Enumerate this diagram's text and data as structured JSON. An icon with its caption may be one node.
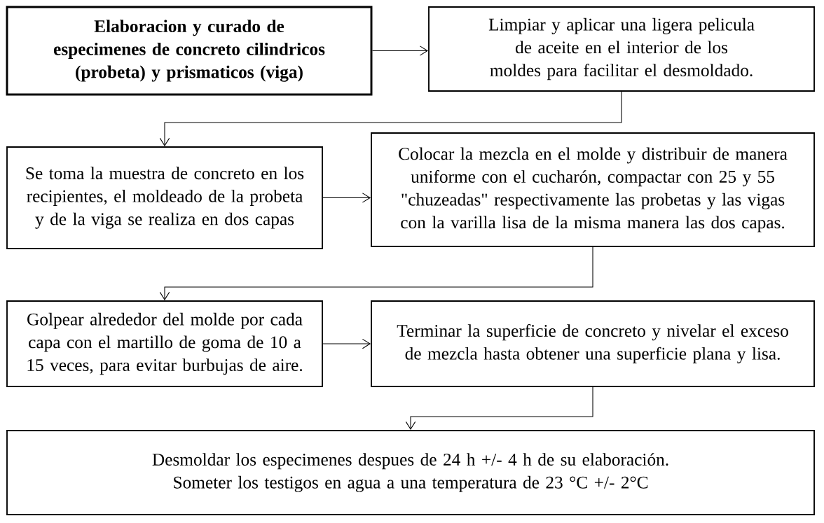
{
  "diagram": {
    "nodes": [
      {
        "text": [
          "Elaboracion y curado de especimenes de concreto cilindricos (probeta) y prismaticos (viga)"
        ]
      },
      {
        "text": [
          "Limpiar y aplicar una ligera pelicula de aceite en el interior de los moldes para facilitar el desmoldado."
        ]
      },
      {
        "text": [
          "Se toma la muestra de concreto en los recipientes, el moldeado de la probeta y de la viga se realiza en dos capas"
        ]
      },
      {
        "text": [
          "Colocar la mezcla en el molde y distribuir de manera uniforme con el cucharón, compactar con 25 y 55 \"chuzeadas\" respectivamente las probetas y las vigas con la varilla lisa de la misma manera las dos capas."
        ]
      },
      {
        "text": [
          "Golpear alrededor del molde por cada capa con el martillo de goma de 10 a 15 veces, para evitar burbujas de aire."
        ]
      },
      {
        "text": [
          "Terminar la superficie de concreto y nivelar el exceso de mezcla hasta obtener una superficie plana y lisa."
        ]
      },
      {
        "text": [
          "Desmoldar los especimenes despues de 24 h +/- 4 h de su elaboración. Someter los testigos en agua a una temperatura de 23 °C +/- 2°C"
        ]
      }
    ],
    "edges": [
      {
        "from": 0,
        "to": 1,
        "arrow": "to"
      },
      {
        "from": 1,
        "to": 2,
        "arrow": "to"
      },
      {
        "from": 2,
        "to": 3,
        "arrow": "to"
      },
      {
        "from": 3,
        "to": 4,
        "arrow": "to"
      },
      {
        "from": 4,
        "to": 5,
        "arrow": "to"
      },
      {
        "from": 5,
        "to": 6,
        "arrow": "to"
      }
    ]
  }
}
